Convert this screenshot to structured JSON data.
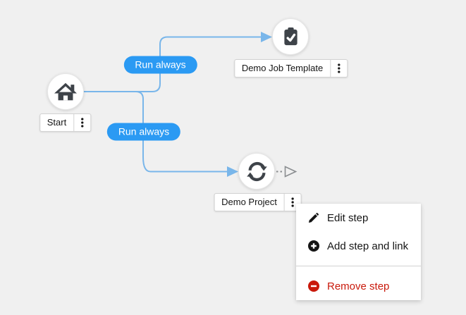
{
  "colors": {
    "canvas_bg": "#f0f0f0",
    "link_blue": "#79b6ea",
    "badge_blue": "#2b9af3",
    "node_icon_dark": "#3e4349",
    "danger_red": "#c9190b",
    "text_dark": "#151515",
    "border_gray": "#d2d2d2",
    "connector_gray": "#8a8d90",
    "menu_bg": "#ffffff",
    "node_bg": "#ffffff"
  },
  "nodes": [
    {
      "id": "start",
      "label": "Start",
      "icon": "home-icon"
    },
    {
      "id": "demo-job-template",
      "label": "Demo Job Template",
      "icon": "clipboard-check-icon"
    },
    {
      "id": "demo-project",
      "label": "Demo Project",
      "icon": "sync-icon"
    }
  ],
  "links": [
    {
      "from": "Start",
      "to": "Demo Job Template",
      "label": "Run always"
    },
    {
      "from": "Start",
      "to": "Demo Project",
      "label": "Run always"
    }
  ],
  "node_label_menu_icon": "kebab-icon",
  "add_link_handle_icon": "hollow-triangle-arrow-icon",
  "context_menu": {
    "items": [
      {
        "label": "Edit step",
        "icon": "pencil-icon",
        "danger": false
      },
      {
        "label": "Add step and link",
        "icon": "plus-circle-icon",
        "danger": false
      },
      {
        "label": "Remove step",
        "icon": "minus-circle-icon",
        "danger": true
      }
    ]
  }
}
